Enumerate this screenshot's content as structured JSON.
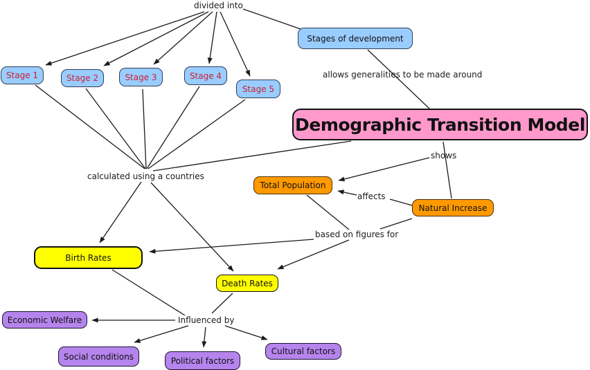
{
  "diagram_title": "Demographic Transition Model",
  "colors": {
    "background": "#FFFFFF",
    "node_blue": "#99CCFF",
    "node_pink": "#FF99CC",
    "node_orange": "#FF9900",
    "node_yellow": "#FFFF00",
    "node_purple": "#B584EC",
    "stage_text": "#CC2233",
    "edge": "#1a1a1a",
    "text": "#111111"
  },
  "nodes": {
    "stage1": {
      "label": "Stage 1"
    },
    "stage2": {
      "label": "Stage 2"
    },
    "stage3": {
      "label": "Stage 3"
    },
    "stage4": {
      "label": "Stage 4"
    },
    "stage5": {
      "label": "Stage 5"
    },
    "stages_of_development": {
      "label": "Stages of development"
    },
    "dtm": {
      "label": "Demographic Transition Model"
    },
    "total_population": {
      "label": "Total Population"
    },
    "natural_increase": {
      "label": "Natural Increase"
    },
    "birth_rates": {
      "label": "Birth Rates"
    },
    "death_rates": {
      "label": "Death Rates"
    },
    "economic_welfare": {
      "label": "Economic Welfare"
    },
    "social_conditions": {
      "label": "Social conditions"
    },
    "political_factors": {
      "label": "Political factors"
    },
    "cultural_factors": {
      "label": "Cultural factors"
    }
  },
  "edge_labels": {
    "divided_into": "divided into",
    "allows_generalities": "allows generalities to be made around",
    "shows": "shows",
    "affects": "affects",
    "calculated_using": "calculated using a countries",
    "based_on_figures": "based on figures for",
    "influenced_by": "Influenced by"
  }
}
